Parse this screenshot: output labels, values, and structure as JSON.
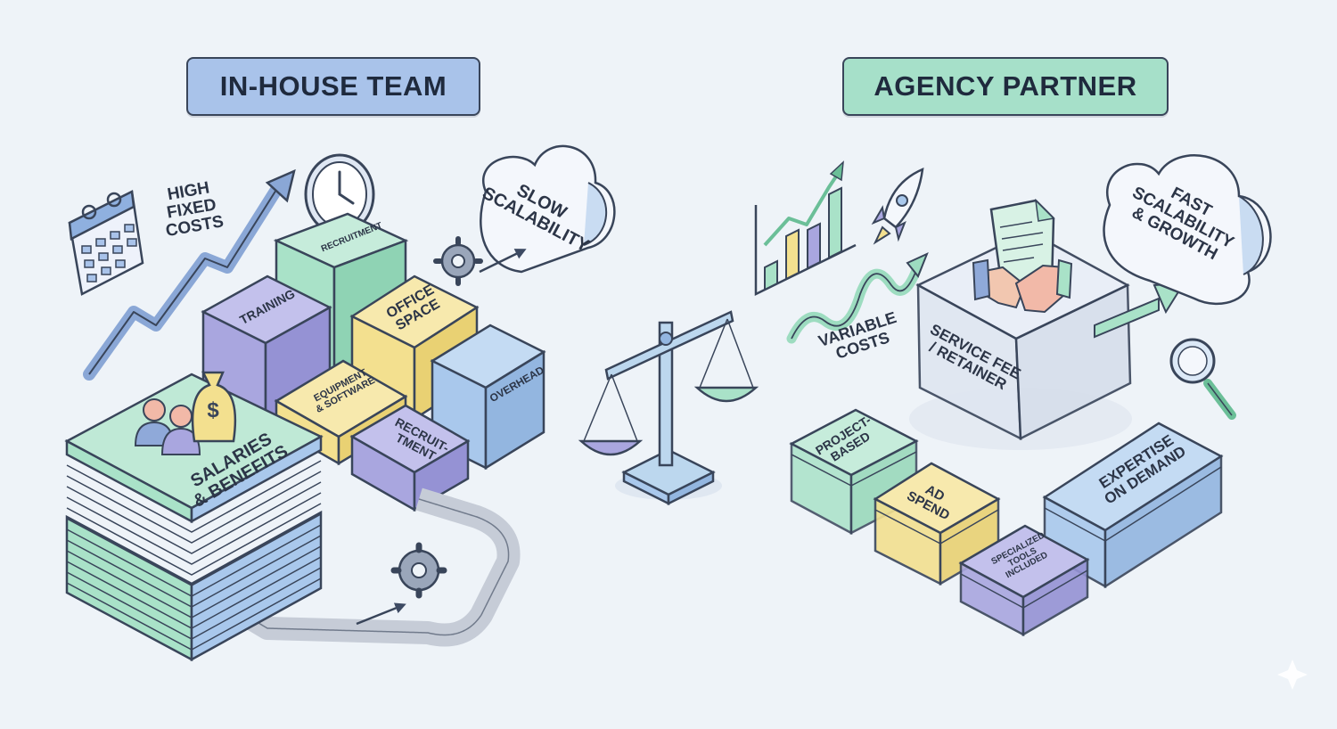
{
  "titles": {
    "left": "IN-HOUSE TEAM",
    "right": "AGENCY PARTNER"
  },
  "in_house": {
    "high_fixed_costs": "HIGH\nFIXED\nCOSTS",
    "slow_scalability": "SLOW\nSCALABILITY",
    "recruitment_top": "RECRUITMENT",
    "training": "TRAINING",
    "office_space": "OFFICE\nSPACE",
    "equipment_software": "EQUIPMENT\n& SOFTWARE",
    "overhead": "OVERHEAD",
    "recruitment_block": "RECRUIT-\nTMENT",
    "salaries_benefits": "SALARIES\n& BENEFITS",
    "dollar_symbol": "$"
  },
  "agency": {
    "variable_costs": "VARIABLE\nCOSTS",
    "service_fee": "SERVICE FEE\n/ RETAINER",
    "fast_scalability": "FAST\nSCALABILITY\n& GROWTH",
    "project_based": "PROJECT-\nBASED",
    "ad_spend": "AD\nSPEND",
    "specialized_tools": "SPECIALIZED\nTOOLS\nINCLUDED",
    "expertise_on_demand": "EXPERTISE\nON DEMAND"
  },
  "colors": {
    "background": "#eef3f8",
    "blue_title": "#a9c3ea",
    "green_title": "#a6e0c9",
    "purple": "#a9a6df",
    "green": "#a9e2c8",
    "yellow": "#f3e08f",
    "blue": "#a9c8ec",
    "outline": "#39455a"
  }
}
